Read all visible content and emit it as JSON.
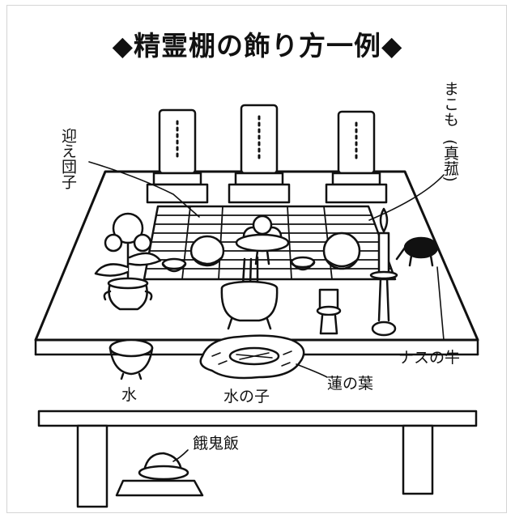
{
  "title": "◆精霊棚の飾り方一例◆",
  "labels": {
    "mukae_dango": "迎え団子",
    "makomo": "まこも",
    "makomo_kanji": "(真菰)",
    "nasu_no_ushi": "ナスの牛",
    "hasu_no_ha": "蓮の葉",
    "mizu": "水",
    "mizu_no_ko": "水の子",
    "gaki_meshi": "餓鬼飯"
  },
  "colors": {
    "line": "#111111",
    "background": "#ffffff",
    "frame": "#d4d4d4"
  }
}
